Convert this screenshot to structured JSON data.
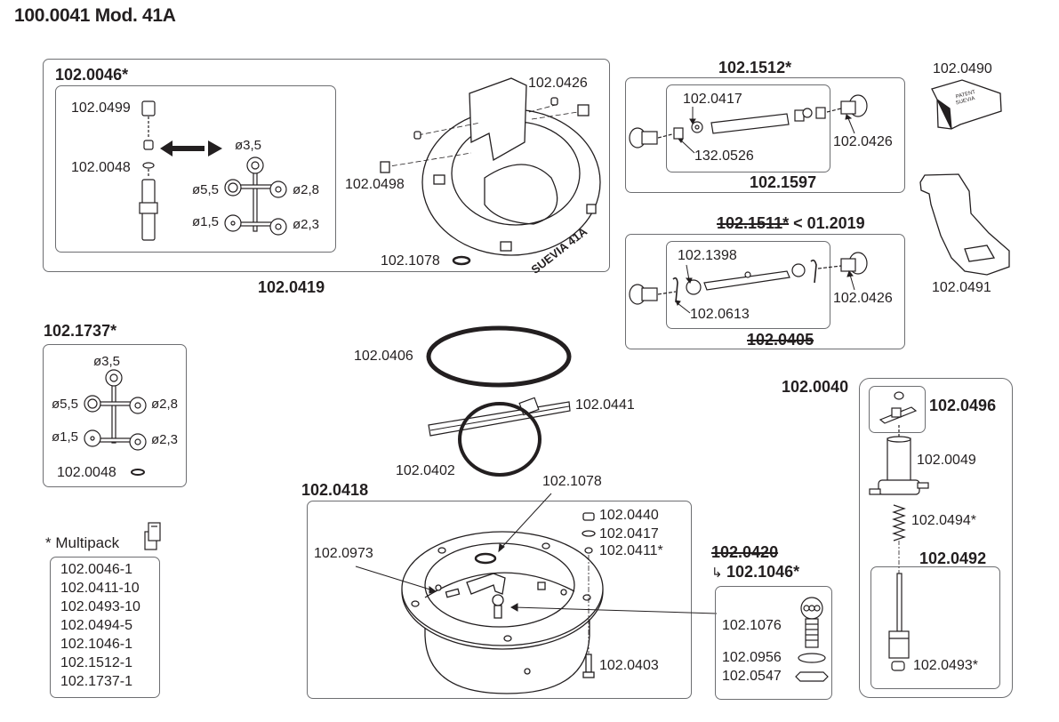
{
  "title": "100.0041 Mod. 41A",
  "groups": {
    "bowl_assembly": {
      "label": "102.0419",
      "nozzle_kit": {
        "label": "102.0046*",
        "parts": [
          "102.0499",
          "102.0048"
        ],
        "diameters": [
          "ø3,5",
          "ø5,5",
          "ø2,8",
          "ø1,5",
          "ø2,3"
        ]
      },
      "parts": [
        "102.0426",
        "102.0498",
        "102.1078"
      ],
      "bowl_marking": "SUEVIA 41A"
    },
    "axle_kit_new": {
      "label": "102.1512*",
      "inner_label": "102.1597",
      "parts": [
        "102.0417",
        "132.0526",
        "102.0426"
      ]
    },
    "axle_kit_old": {
      "label_struck": "102.1511*",
      "label_suffix": " < 01.2019",
      "inner_label_struck": "102.0405",
      "parts": [
        "102.1398",
        "102.0613",
        "102.0426"
      ]
    },
    "covers": {
      "cover_top": "102.0490",
      "cover_top_text": [
        "PATENT",
        "SUEVIA"
      ],
      "cover_bottom": "102.0491"
    },
    "nozzle_set": {
      "label": "102.1737*",
      "diameters": [
        "ø3,5",
        "ø5,5",
        "ø2,8",
        "ø1,5",
        "ø2,3"
      ],
      "part": "102.0048"
    },
    "multipack": {
      "label": "* Multipack",
      "items": [
        "102.0046-1",
        "102.0411-10",
        "102.0493-10",
        "102.0494-5",
        "102.1046-1",
        "102.1512-1",
        "102.1737-1"
      ]
    },
    "seals": {
      "ring_large": "102.0406",
      "rail": "102.0441",
      "ring_small": "102.0402"
    },
    "housing": {
      "label": "102.0418",
      "parts": [
        "102.1078",
        "102.0440",
        "102.0417",
        "102.0411*",
        "102.0973",
        "102.0403"
      ]
    },
    "valve_pin": {
      "label_struck": "102.0420",
      "replacement_arrow": "↳",
      "replacement": "102.1046*",
      "parts": [
        "102.1076",
        "102.0956",
        "102.0547"
      ]
    },
    "valve_assembly": {
      "label": "102.0040",
      "top_kit": "102.0496",
      "body": "102.0049",
      "spring": "102.0494*",
      "stem_kit": "102.0492",
      "seal": "102.0493*"
    }
  }
}
